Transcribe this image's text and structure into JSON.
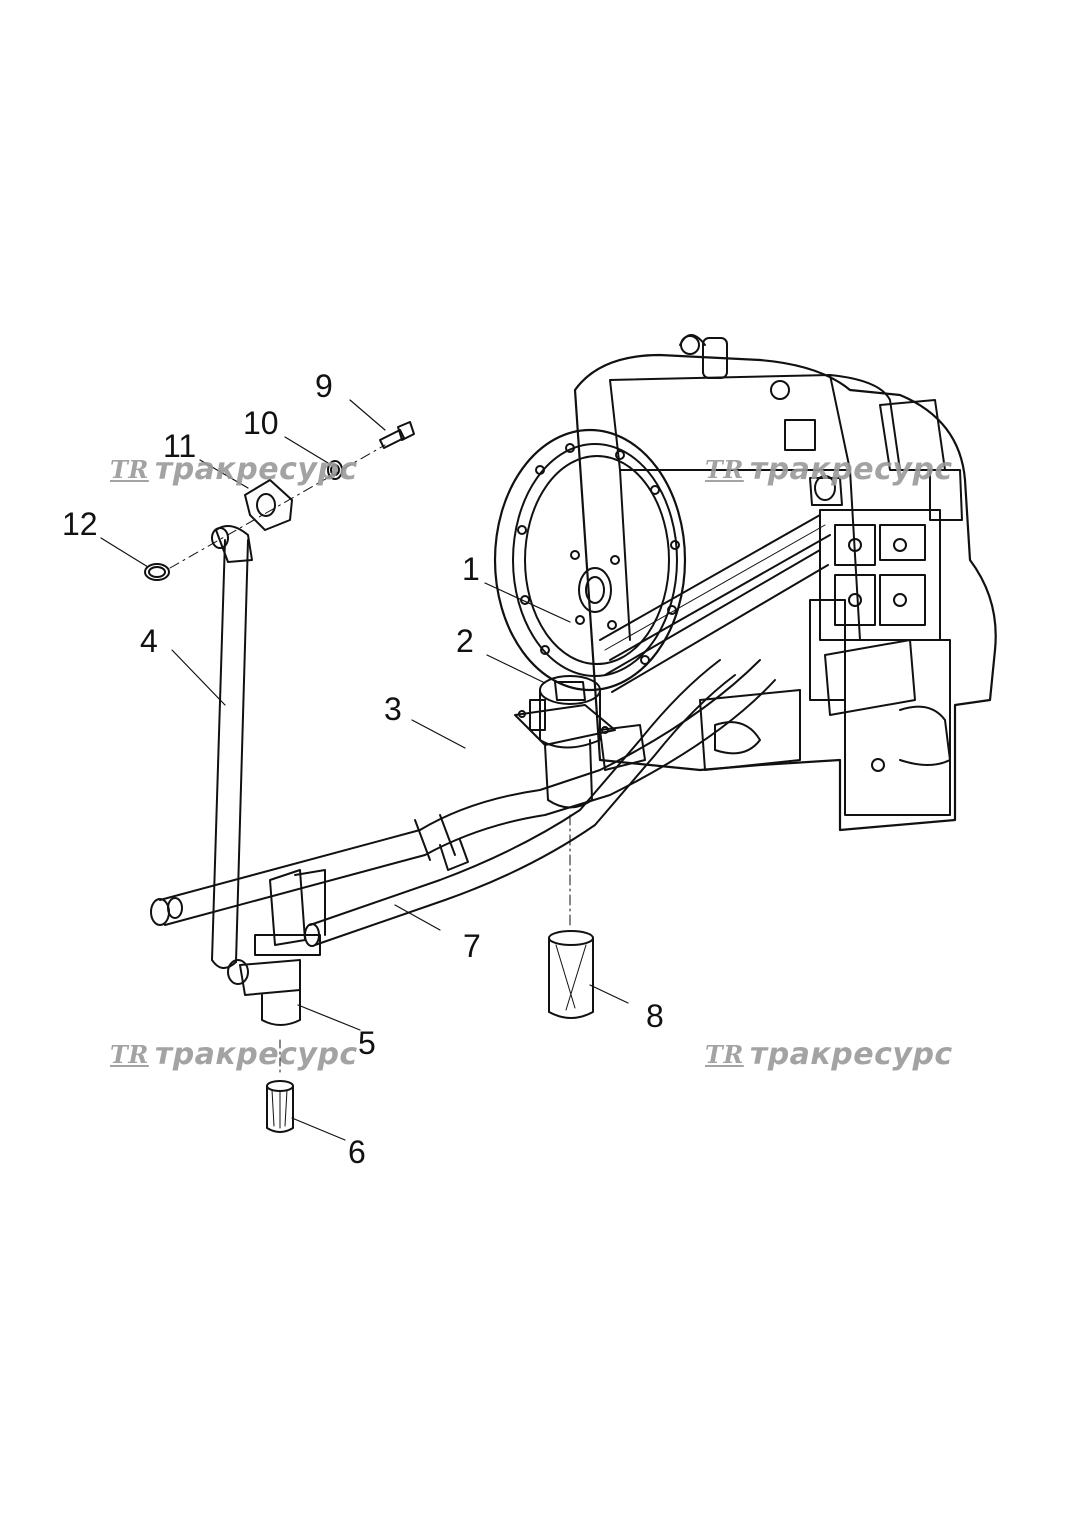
{
  "callouts": {
    "c1": "1",
    "c2": "2",
    "c3": "3",
    "c4": "4",
    "c5": "5",
    "c6": "6",
    "c7": "7",
    "c8": "8",
    "c9": "9",
    "c10": "10",
    "c11": "11",
    "c12": "12"
  },
  "watermark": {
    "logo": "TR",
    "text": "тракресурс"
  },
  "colors": {
    "line": "#111111",
    "watermark": "#9a9a9a",
    "background": "#ffffff"
  }
}
